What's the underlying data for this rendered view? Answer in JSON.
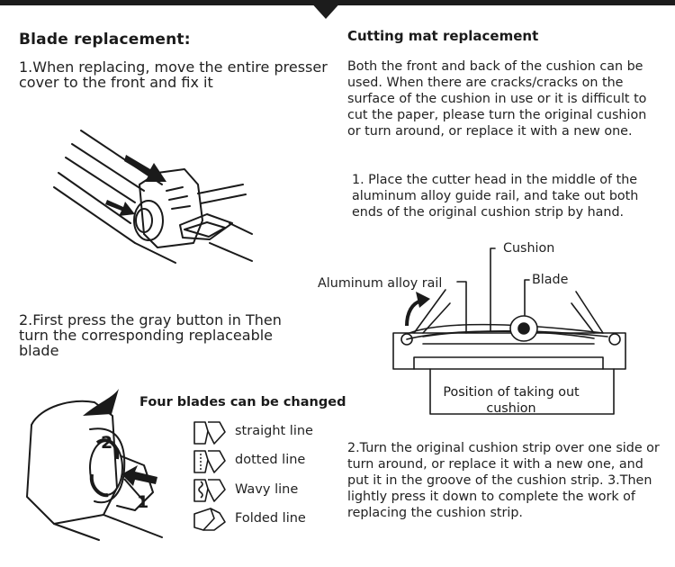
{
  "blade_section": {
    "heading": "Blade replacement:",
    "step1": "1.When replacing, move the entire presser cover to the front and fix it",
    "step2": "2.First press the gray button in Then turn the corresponding replaceable blade",
    "four_blades": {
      "title": "Four blades can be changed",
      "items": [
        {
          "label": "straight line",
          "icon": "straight-blade-icon"
        },
        {
          "label": "dotted line",
          "icon": "dotted-blade-icon"
        },
        {
          "label": "Wavy line",
          "icon": "wavy-blade-icon"
        },
        {
          "label": "Folded line",
          "icon": "folded-blade-icon"
        }
      ]
    },
    "rotation_labels": {
      "first": "1",
      "second": "2"
    }
  },
  "cushion_section": {
    "heading": "Cutting mat replacement",
    "intro": "Both the front and back of the cushion can be used. When there are cracks/cracks on the surface of the cushion in use or it is difficult to cut the paper, please turn the original cushion or turn around, or replace it with a new one.",
    "step1": "1. Place the cutter head in the middle of the aluminum alloy guide rail, and take out both ends of the original cushion strip by hand.",
    "diagram_labels": {
      "cushion": "Cushion",
      "blade": "Blade",
      "rail": "Aluminum alloy rail",
      "position": "Position of taking out cushion"
    },
    "step23": "2.Turn the original cushion strip over one side or turn around, or replace it with a new one, and put it in the groove of the cushion strip. 3.Then lightly press it down to complete the work of replacing the cushion strip."
  },
  "colors": {
    "ink": "#1a1a1a",
    "background": "#ffffff"
  }
}
